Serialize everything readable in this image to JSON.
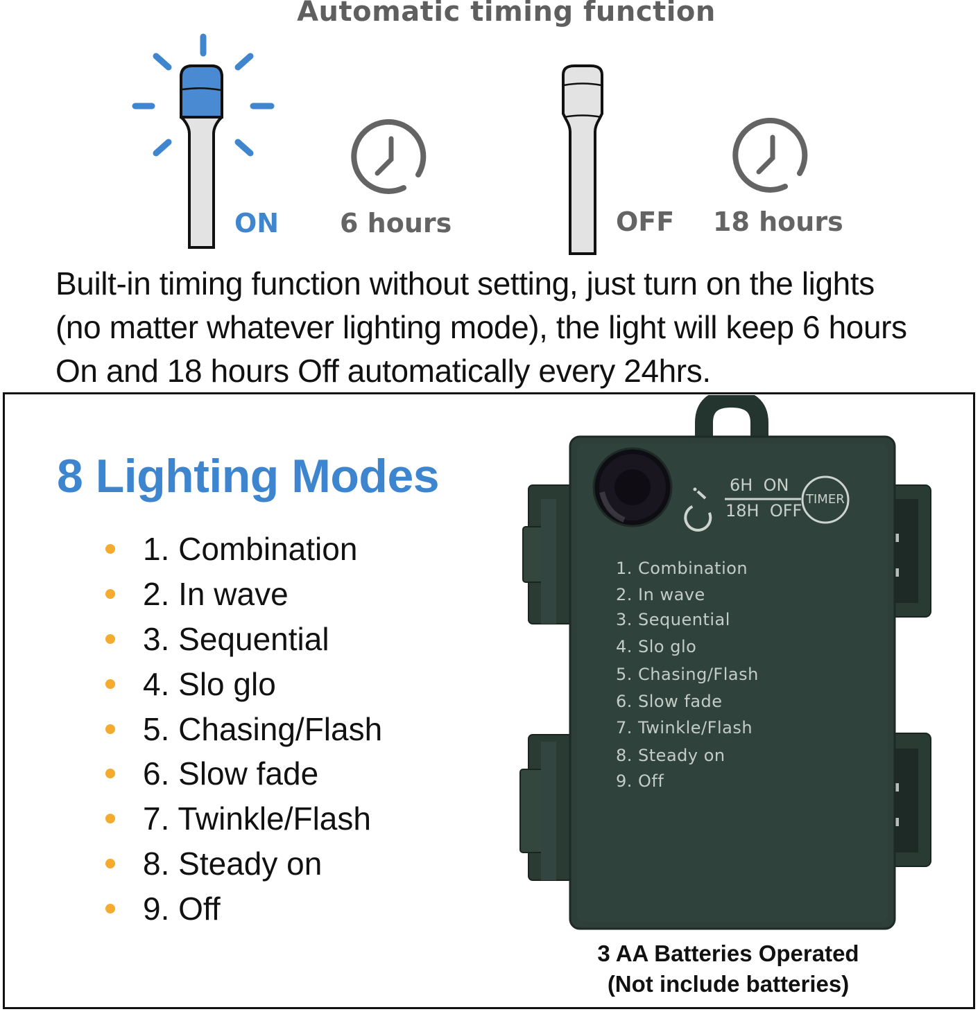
{
  "header": {
    "title": "Automatic timing function"
  },
  "timing": {
    "on_label": "ON",
    "on_duration": "6 hours",
    "off_label": "OFF",
    "off_duration": "18 hours"
  },
  "description": {
    "lines": [
      "Built-in timing function without setting, just turn on the lights",
      "(no matter whatever lighting mode), the light will keep 6 hours",
      "On and 18 hours Off automatically every 24hrs."
    ]
  },
  "modes": {
    "title": "8 Lighting Modes",
    "items": [
      "1. Combination",
      "2. In wave",
      "3. Sequential",
      "4. Slo glo",
      "5. Chasing/Flash",
      "6. Slow fade",
      "7. Twinkle/Flash",
      "8. Steady on",
      "9. Off"
    ]
  },
  "battery_box": {
    "timer_top": "6H  ON",
    "timer_bottom": "18H  OFF",
    "timer_badge": "TIMER",
    "printed_modes": [
      "1. Combination",
      "2. In wave",
      "3. Sequential",
      "4. Slo glo",
      "5. Chasing/Flash",
      "6. Slow fade",
      "7. Twinkle/Flash",
      "8. Steady on",
      "9. Off"
    ]
  },
  "caption": {
    "line1": "3 AA Batteries Operated",
    "line2": "(Not include batteries)"
  },
  "colors": {
    "accent_blue": "#3f86cf",
    "bullet_orange": "#f5ab2e",
    "label_gray": "#646464",
    "box_green": "#2d3f38"
  }
}
